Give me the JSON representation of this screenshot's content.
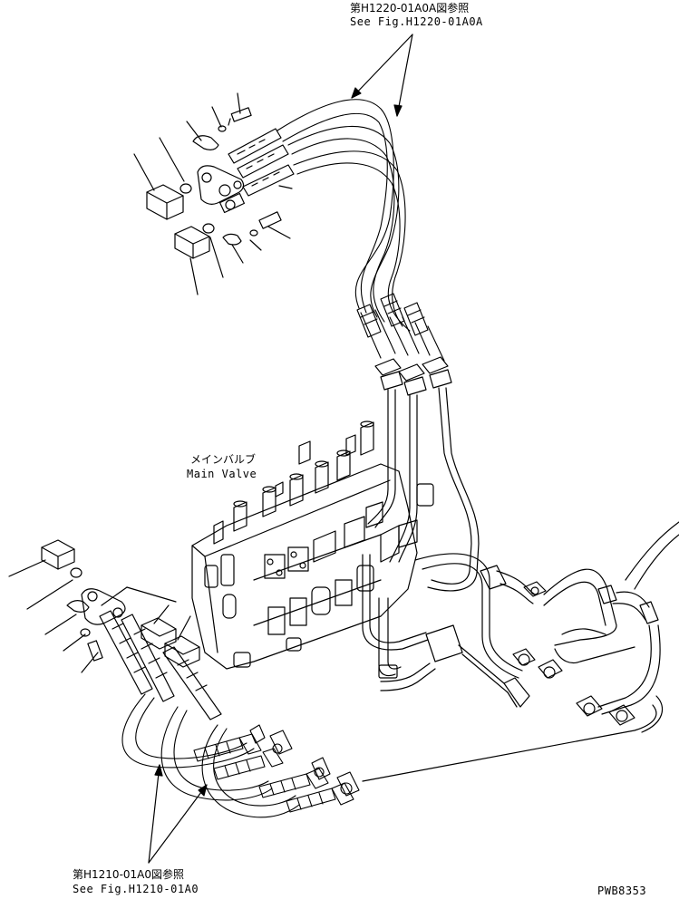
{
  "refs": {
    "top_jp": "第H1220-01A0A図参照",
    "top_en": "See Fig.H1220-01A0A",
    "bottom_jp": "第H1210-01A0図参照",
    "bottom_en": "See Fig.H1210-01A0"
  },
  "main_valve": {
    "label_jp": "メインバルブ",
    "label_en": "Main Valve"
  },
  "drawing_code": "PWB8353"
}
